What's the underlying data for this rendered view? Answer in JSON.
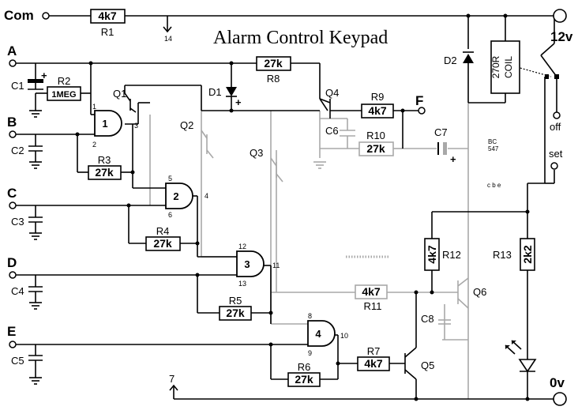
{
  "title": "Alarm Control Keypad",
  "terminals": {
    "com": "Com",
    "a": "A",
    "b": "B",
    "c": "C",
    "d": "D",
    "e": "E",
    "f": "F",
    "v12": "12v",
    "off": "off",
    "set": "set",
    "v0": "0v"
  },
  "resistors": {
    "r1": {
      "name": "R1",
      "value": "4k7"
    },
    "r2": {
      "name": "R2",
      "value": "1MEG"
    },
    "r3": {
      "name": "R3",
      "value": "27k"
    },
    "r4": {
      "name": "R4",
      "value": "27k"
    },
    "r5": {
      "name": "R5",
      "value": "27k"
    },
    "r6": {
      "name": "R6",
      "value": "27k"
    },
    "r7": {
      "name": "R7",
      "value": "4k7"
    },
    "r8": {
      "name": "R8",
      "value": "27k"
    },
    "r9": {
      "name": "R9",
      "value": "4k7"
    },
    "r10": {
      "name": "R10",
      "value": "27k"
    },
    "r11": {
      "name": "R11",
      "value": "4k7"
    },
    "r12": {
      "name": "R12",
      "value": "4k7"
    },
    "r13": {
      "name": "R13",
      "value": "2k2"
    }
  },
  "capacitors": [
    "C1",
    "C2",
    "C3",
    "C4",
    "C5",
    "C6",
    "C7",
    "C8"
  ],
  "diodes": [
    "D1",
    "D2"
  ],
  "transistors": [
    "Q1",
    "Q2",
    "Q3",
    "Q4",
    "Q5",
    "Q6"
  ],
  "gates": {
    "g1": {
      "label": "1",
      "in_a": "1",
      "in_b": "2",
      "out": "3"
    },
    "g2": {
      "label": "2",
      "in_a": "5",
      "in_b": "6",
      "out": "4"
    },
    "g3": {
      "label": "3",
      "in_a": "12",
      "in_b": "13",
      "out": "11"
    },
    "g4": {
      "label": "4",
      "in_a": "8",
      "in_b": "9",
      "out": "10"
    }
  },
  "pins": {
    "p14": "14",
    "p7": "7"
  },
  "relay_coil": {
    "value": "270R",
    "type": "COIL"
  },
  "plus": "+",
  "pinout": {
    "line1": "BC",
    "line2": "547",
    "line3": "c b e"
  }
}
